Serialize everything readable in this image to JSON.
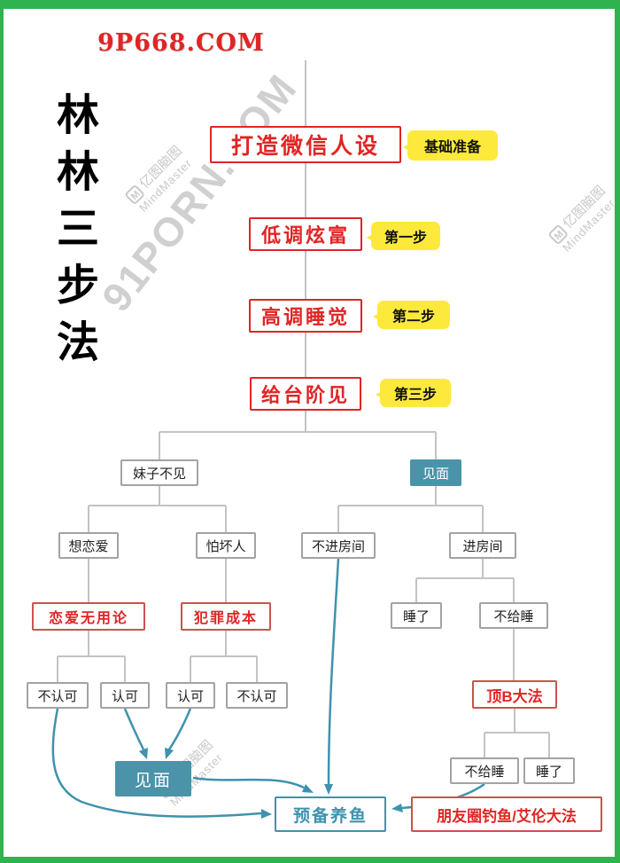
{
  "page": {
    "site_watermark": "9P668.COM",
    "diagonal_watermark": "91PORN.COM",
    "side_title": "林林三步法",
    "brand": {
      "logo": "M",
      "name_cn": "亿图脑图",
      "name_en": "MindMaster"
    }
  },
  "colors": {
    "green": "#2eb34f",
    "red": "#e02525",
    "red_soft": "#c9534f",
    "yellow": "#fde93b",
    "teal": "#3f92ad",
    "teal_fill": "#4a93a9",
    "gray_line": "#c3c3c3",
    "gray_border": "#a3a3a3"
  },
  "chain": {
    "root": {
      "label": "打造微信人设",
      "callout": "基础准备"
    },
    "steps": [
      {
        "label": "低调炫富",
        "callout": "第一步"
      },
      {
        "label": "高调睡觉",
        "callout": "第二步"
      },
      {
        "label": "给台阶见",
        "callout": "第三步"
      }
    ]
  },
  "refuse_branch": {
    "root": "妹子不见",
    "reasons": [
      {
        "label": "想恋爱",
        "counter": "恋爱无用论",
        "outcomes": [
          "不认可",
          "认可"
        ]
      },
      {
        "label": "怕坏人",
        "counter": "犯罪成本",
        "outcomes": [
          "认可",
          "不认可"
        ]
      }
    ]
  },
  "meet_branch": {
    "root": "见面",
    "options": [
      "不进房间",
      "进房间"
    ],
    "room_outcomes": [
      "睡了",
      "不给睡"
    ],
    "method": "顶B大法",
    "method_outcomes": [
      "不给睡",
      "睡了"
    ]
  },
  "bottom": {
    "meet": "见面",
    "fish": "预备养鱼",
    "alt": "朋友圈钓鱼/艾伦大法"
  }
}
